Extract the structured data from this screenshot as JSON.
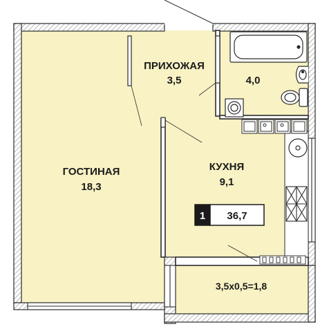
{
  "colors": {
    "room_fill": "#f8f2c4",
    "wall": "#2b2b2b",
    "hatch": "#8a8a8a",
    "badge_dark": "#1a1a1a",
    "badge_text_light": "#ffffff",
    "badge_text_dark": "#1a1a1a"
  },
  "rooms": {
    "living": {
      "name": "ГОСТИНАЯ",
      "area": "18,3"
    },
    "hallway": {
      "name": "ПРИХОЖАЯ",
      "area": "3,5"
    },
    "bathroom": {
      "area": "4,0"
    },
    "kitchen": {
      "name": "КУХНЯ",
      "area": "9,1"
    },
    "balcony": {
      "area": "3,5х0,5=1,8"
    }
  },
  "apartment": {
    "rooms_count": "1",
    "total_area": "36,7"
  },
  "icons": [
    "bathtub-icon",
    "sink-icon",
    "toilet-icon",
    "washing-machine-icon",
    "stove-icon",
    "kitchen-sink-icon"
  ]
}
